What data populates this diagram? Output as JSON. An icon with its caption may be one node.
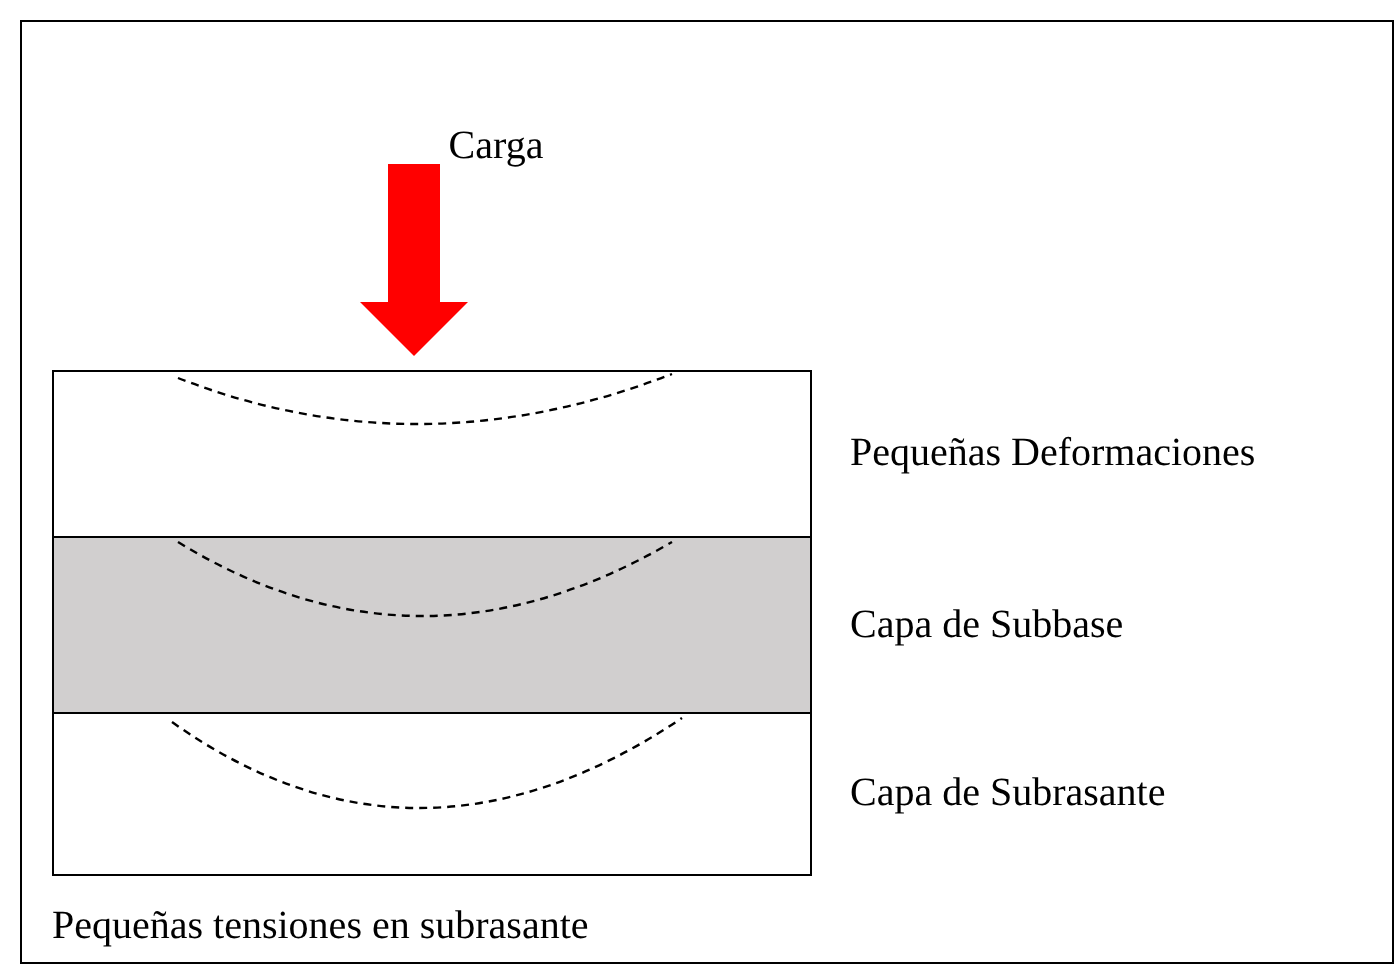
{
  "diagram": {
    "nodes": [
      {
        "text": [],
        "shape": "box",
        "beside": [
          "Pequeñas Deformaciones"
        ]
      },
      {
        "text": [],
        "shape": "box",
        "beside": [
          "Capa de Subbase"
        ]
      },
      {
        "text": [],
        "shape": "box",
        "beside": [
          "Capa de Subrasante"
        ]
      }
    ],
    "labels": [
      "Carga",
      "Pequeñas tensiones en subrasante"
    ]
  }
}
